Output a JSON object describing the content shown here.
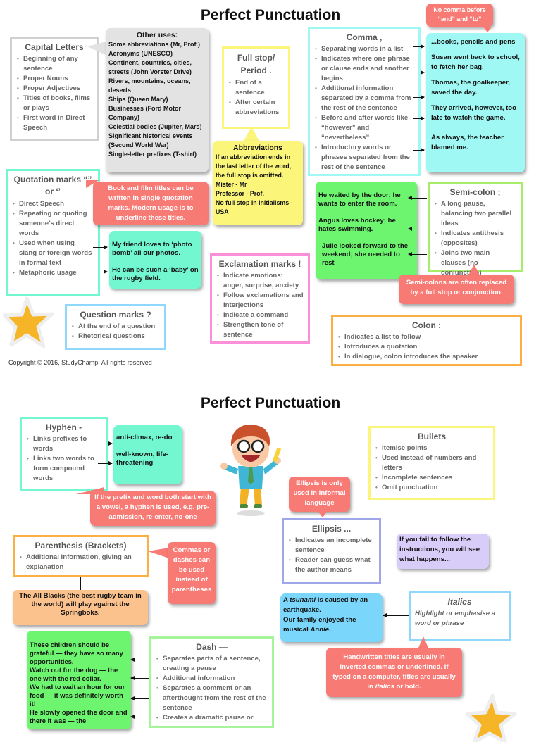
{
  "page1": {
    "title": "Perfect Punctuation",
    "copyright": "Copyright © 2016, StudyChamp. All rights reserved",
    "capital": {
      "title": "Capital Letters",
      "items": [
        "Beginning of any sentence",
        "Proper Nouns",
        "Proper Adjectives",
        "Titles of books, films or plays",
        "First word in Direct Speech"
      ]
    },
    "other_uses": {
      "title": "Other uses:",
      "lines": [
        "Some abbreviations (Mr, Prof.)",
        "Acronyms (UNESCO)",
        "Continent, countries, cities, streets (John Vorster Drive)",
        "Rivers, mountains, oceans, deserts",
        "Ships (Queen Mary)",
        "Businesses (Ford Motor Company)",
        "Celestial bodies (Jupiter, Mars)",
        "Significant historical events (Second World War)",
        "Single-letter prefixes (T-shirt)"
      ]
    },
    "fullstop": {
      "title": "Full stop/ Period .",
      "items": [
        "End of a sentence",
        "After certain abbreviations"
      ]
    },
    "abbreviations": {
      "title": "Abbreviations",
      "lines": [
        "If an abbreviation ends in the last letter of the word, the full stop is omitted.",
        "Mister - Mr",
        "Professor - Prof.",
        "No full stop in initialisms - USA"
      ]
    },
    "comma": {
      "title": "Comma ,",
      "items": [
        "Separating words in a list",
        "Indicates where one phrase or clause ends and another begins",
        "Additional information separated by a comma from the rest of the sentence",
        "Before and after words like “however” and “nevertheless”",
        "Introductory words or phrases separated from the rest of the sentence"
      ]
    },
    "comma_note": "No comma before “and” and “to”",
    "comma_examples": [
      "...books, pencils and pens",
      "Susan went back to school, to fetch her bag.",
      "Thomas, the goalkeeper, saved the day.",
      "They arrived, however, too late to watch the game.",
      "As always, the teacher blamed me."
    ],
    "quotation": {
      "title": "Quotation marks “” or ‘’",
      "items": [
        "Direct Speech",
        "Repeating or quoting someone’s direct words",
        "Used when using slang or foreign words in formal text",
        "Metaphoric usage"
      ]
    },
    "quotation_note": "Book and film titles can be written in single quotation marks. Modern usage is to underline these titles.",
    "quotation_examples": [
      "My friend loves to ‘photo bomb’ all our photos.",
      "He can be such a ‘baby’ on the rugby field."
    ],
    "exclamation": {
      "title": "Exclamation marks !",
      "items": [
        "Indicate emotions: anger, surprise, anxiety",
        "Follow exclamations and interjections",
        "Indicate a command",
        "Strengthen tone of sentence"
      ]
    },
    "semicolon_examples": [
      "He waited by the door; he wants to enter the room.",
      "Angus loves hockey; he hates swimming.",
      "Julie looked forward to the weekend; she needed to rest"
    ],
    "semicolon": {
      "title": "Semi-colon ;",
      "items": [
        "A long pause, balancing two parallel ideas",
        "Indicates antithesis (opposites)",
        "Joins two main clauses (no conjunction)"
      ]
    },
    "semicolon_note": "Semi-colons are often replaced by a full stop or conjunction.",
    "question": {
      "title": "Question marks ?",
      "items": [
        "At the end of a question",
        "Rhetorical questions"
      ]
    },
    "colon": {
      "title": "Colon :",
      "items": [
        "Indicates a list to follow",
        "Introduces a quotation",
        "In dialogue, colon introduces the speaker"
      ]
    }
  },
  "page2": {
    "title": "Perfect Punctuation",
    "hyphen": {
      "title": "Hyphen -",
      "items": [
        "Links prefixes to words",
        "Links two words to form compound words"
      ]
    },
    "hyphen_examples": [
      "anti-climax, re-do",
      "well-known, life-threatening"
    ],
    "hyphen_note": "If the prefix and word both start with a vowel, a hyphen is used, e.g. pre-admission, re-enter, no-one",
    "bullets": {
      "title": "Bullets",
      "items": [
        "Itemise points",
        "Used instead of numbers and letters",
        "Incomplete sentences",
        "Omit punctuation"
      ]
    },
    "ellipsis_note": "Ellipsis is only used in informal language",
    "ellipsis": {
      "title": "Ellipsis ...",
      "items": [
        "Indicates an incomplete sentence",
        "Reader can guess what the author means"
      ]
    },
    "ellipsis_example": "If you fail to follow the instructions, you will see what happens...",
    "parenthesis": {
      "title": "Parenthesis (Brackets)",
      "items": [
        "Additional information, giving an explanation"
      ]
    },
    "parenthesis_note": "Commas or dashes can be used instead of parentheses",
    "parenthesis_example": "The All Blacks (the best rugby team in the world) will play against the Springboks.",
    "italics_example": {
      "a1": "A ",
      "a2": "tsunami",
      "a3": " is caused by an earthquake.",
      "b1": "Our family enjoyed the musical ",
      "b2": "Annie",
      "b3": "."
    },
    "italics": {
      "title": "Italics",
      "desc": "Highlight or emphasise a word or phrase"
    },
    "italics_note": {
      "t1": "Handwritten titles are usually in inverted commas or underlined. If typed on a computer, titles are usually in ",
      "t2": "italics",
      "t3": " or bold."
    },
    "dash_examples": [
      "These children should be grateful — they have so many opportunities.",
      "Watch out for the dog — the one with the red collar.",
      "We had to wait an hour for our food — it was definitely worth it!",
      "He slowly opened the door and there it was — the"
    ],
    "dash": {
      "title": "Dash —",
      "items": [
        "Separates parts of a sentence, creating a pause",
        "Additional information",
        "Separates a comment or an afterthought from the rest of the sentence",
        "Creates a dramatic pause or"
      ]
    }
  },
  "colors": {
    "red_note": "#f87a75",
    "cyan": "#9ff8f3",
    "green": "#6df56f",
    "teal": "#72f7d1",
    "yellow": "#fbf57a",
    "grey": "#e3e3e3",
    "orange": "#fbc28e",
    "purple": "#d8ccf8",
    "blue": "#7ad7fb",
    "star": "#f6b526"
  }
}
